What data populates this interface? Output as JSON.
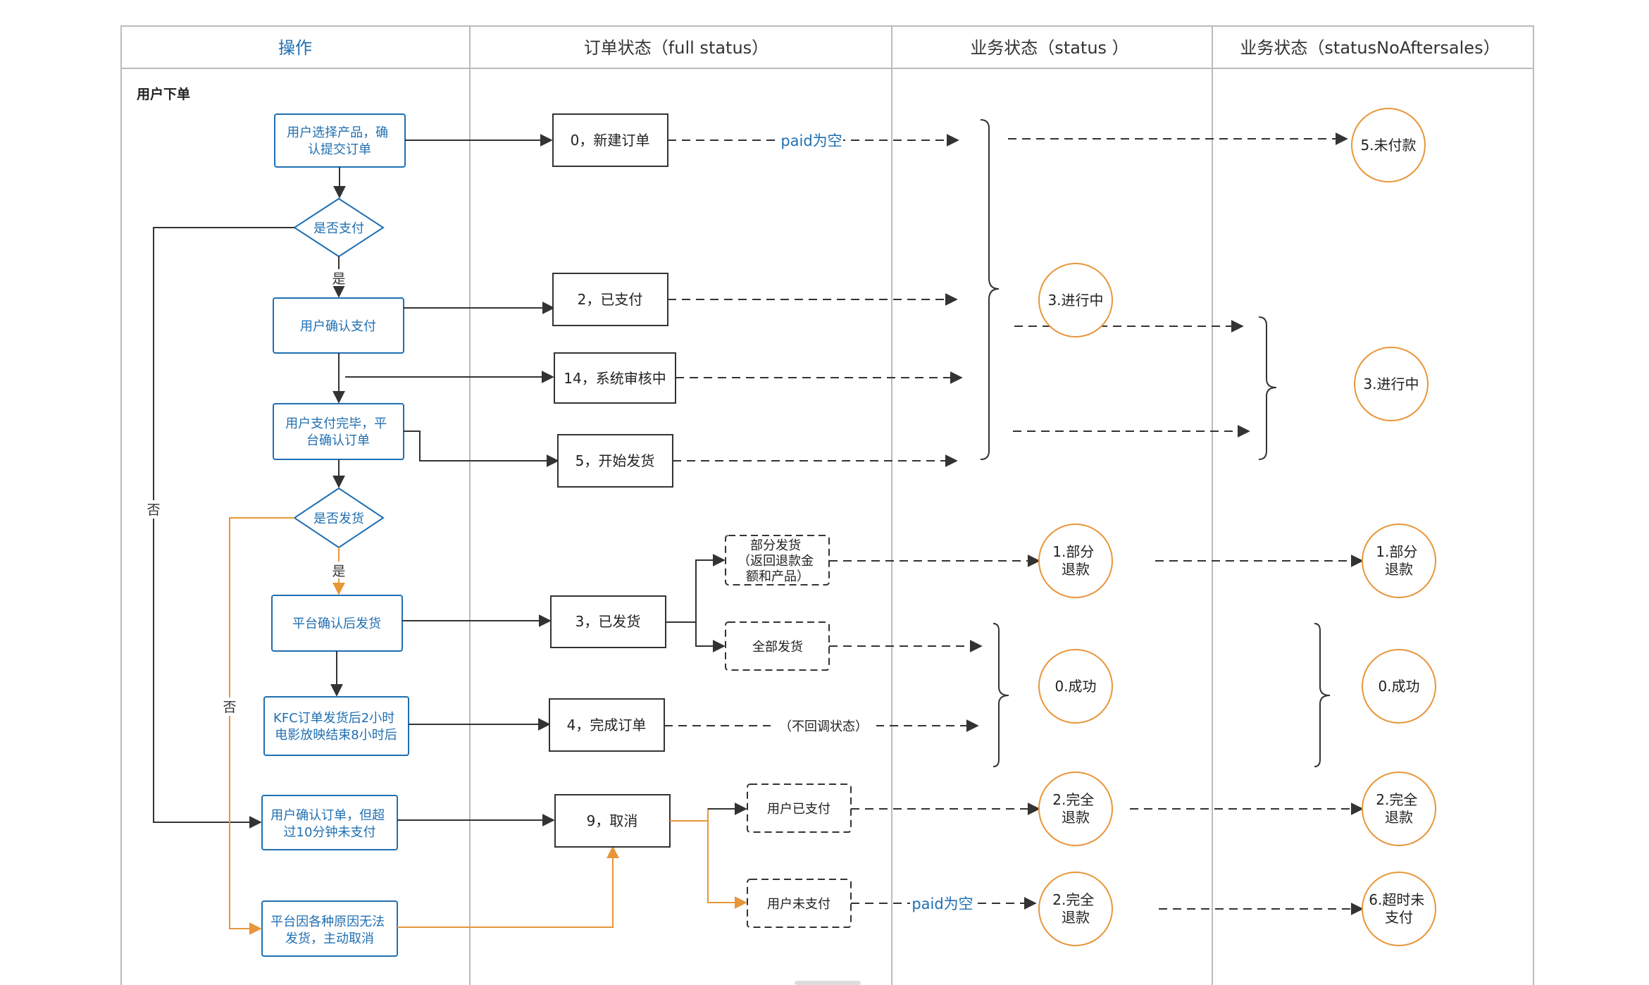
{
  "headers": {
    "col1": "操作",
    "col2": "订单状态（full status）",
    "col3": "业务状态（status ）",
    "col4": "业务状态（statusNoAftersales）"
  },
  "section_title": "用户下单",
  "operations": {
    "select_product": [
      "用户选择产品，确",
      "认提交订单"
    ],
    "confirm_payment": [
      "用户确认支付"
    ],
    "payment_done": [
      "用户支付完毕，平",
      "台确认订单"
    ],
    "platform_ship": [
      "平台确认后发货"
    ],
    "kfc_after": [
      "KFC订单发货后2小时",
      "电影放映结束8小时后"
    ],
    "timeout_unpaid": [
      "用户确认订单，但超",
      "过10分钟未支付"
    ],
    "platform_cancel": [
      "平台因各种原因无法",
      "发货，主动取消"
    ]
  },
  "decisions": {
    "paid": "是否支付",
    "shipped": "是否发货"
  },
  "edge_labels": {
    "yes1": "是",
    "yes2": "是",
    "no1": "否",
    "no2": "否"
  },
  "order_states": {
    "s0": "0，新建订单",
    "s2": "2，已支付",
    "s14": "14，系统审核中",
    "s5": "5，开始发货",
    "s3": "3，已发货",
    "s4": "4，完成订单",
    "s9": "9，取消"
  },
  "sub_states": {
    "partial_ship": [
      "部分发货",
      "（返回退款金",
      "额和产品）"
    ],
    "full_ship": [
      "全部发货"
    ],
    "user_paid": [
      "用户已支付"
    ],
    "user_unpaid": [
      "用户未支付"
    ]
  },
  "arrow_labels": {
    "paid_empty_1": "paid为空",
    "no_callback": "（不回调状态）",
    "paid_empty_2": "paid为空"
  },
  "business_status": {
    "unpaid": [
      "5.未付款"
    ],
    "in_progress_a": [
      "3.进行中"
    ],
    "in_progress_b": [
      "3.进行中"
    ],
    "partial_refund_a": [
      "1.部分",
      "退款"
    ],
    "partial_refund_b": [
      "1.部分",
      "退款"
    ],
    "success_a": [
      "0.成功"
    ],
    "success_b": [
      "0.成功"
    ],
    "full_refund_a": [
      "2.完全",
      "退款"
    ],
    "full_refund_b": [
      "2.完全",
      "退款"
    ],
    "full_refund_c": [
      "2.完全",
      "退款"
    ],
    "timeout_unpaid": [
      "6.超时未",
      "支付"
    ]
  },
  "colors": {
    "blue": "#1f6fb2",
    "orange": "#e8963a",
    "line": "#333333",
    "grid": "#bbbbbb"
  }
}
